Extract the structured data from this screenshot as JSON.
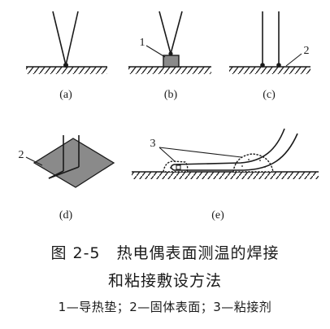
{
  "panels": [
    {
      "label": "(a)"
    },
    {
      "label": "(b)",
      "callout": "1"
    },
    {
      "label": "(c)",
      "callout": "2"
    },
    {
      "label": "(d)",
      "callout": "2"
    },
    {
      "label": "(e)",
      "callout": "3"
    }
  ],
  "caption": {
    "title": "图 2-5　热电偶表面测温的焊接",
    "title_line2": "和粘接敷设方法",
    "legend": "1—导热垫；2—固体表面；3—粘接剂"
  },
  "colors": {
    "ink": "#1a1a1a",
    "shade": "#8a8a8a",
    "background": "#ffffff"
  }
}
